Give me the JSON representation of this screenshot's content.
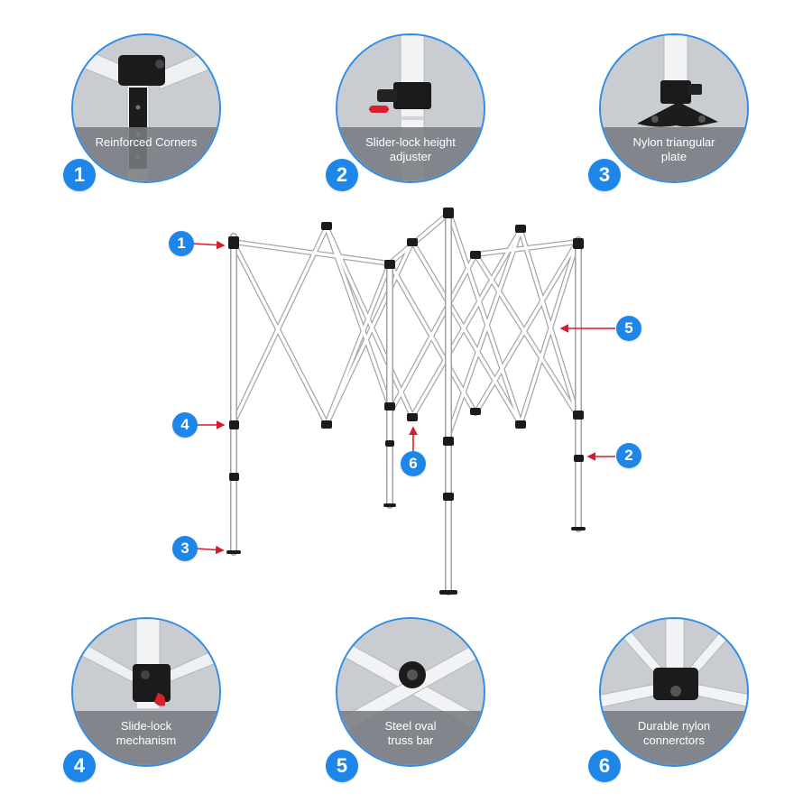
{
  "features": [
    {
      "number": "1",
      "caption_lines": [
        "Reinforced Corners"
      ],
      "icon": "reinforced-corner-icon"
    },
    {
      "number": "2",
      "caption_lines": [
        "Slider-lock height",
        "adjuster"
      ],
      "icon": "slider-lock-icon"
    },
    {
      "number": "3",
      "caption_lines": [
        "Nylon triangular",
        "plate"
      ],
      "icon": "triangular-plate-icon"
    },
    {
      "number": "4",
      "caption_lines": [
        "Slide-lock",
        "mechanism"
      ],
      "icon": "slide-lock-icon"
    },
    {
      "number": "5",
      "caption_lines": [
        "Steel oval",
        "truss bar"
      ],
      "icon": "truss-bar-icon"
    },
    {
      "number": "6",
      "caption_lines": [
        "Durable nylon",
        "connerctors"
      ],
      "icon": "nylon-connector-icon"
    }
  ],
  "callouts": [
    {
      "number": "1"
    },
    {
      "number": "4"
    },
    {
      "number": "3"
    },
    {
      "number": "6"
    },
    {
      "number": "5"
    },
    {
      "number": "2"
    }
  ],
  "colors": {
    "badge": "#1e86e8",
    "arrow": "#d81b2c",
    "frame": "#ffffff",
    "frame_outline": "#9ea3a8"
  }
}
